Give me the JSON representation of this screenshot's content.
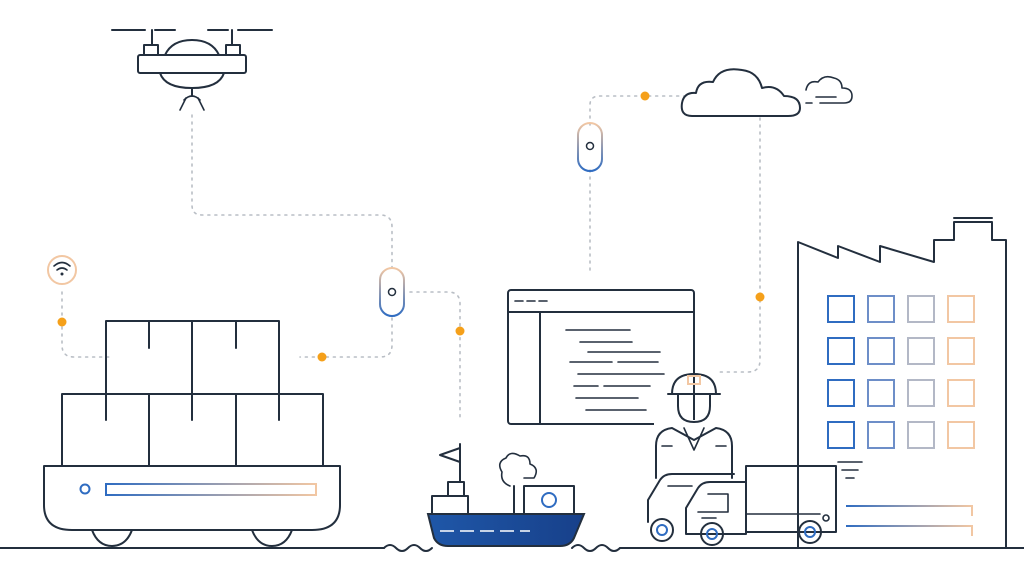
{
  "illustration": {
    "colors": {
      "line": "#232f3e",
      "connector_dotted": "#b9bec5",
      "node_dot": "#f5a01a",
      "accent_blue": "#2f6cc1",
      "accent_peach": "#f2c7a3",
      "ship_hull": "#1f57a8"
    },
    "elements": [
      "drone",
      "cloud",
      "sensor-nodes",
      "wifi-icon",
      "cargo-ship",
      "tug-boat",
      "dashboard-window",
      "worker",
      "delivery-vans",
      "truck",
      "factory"
    ]
  }
}
